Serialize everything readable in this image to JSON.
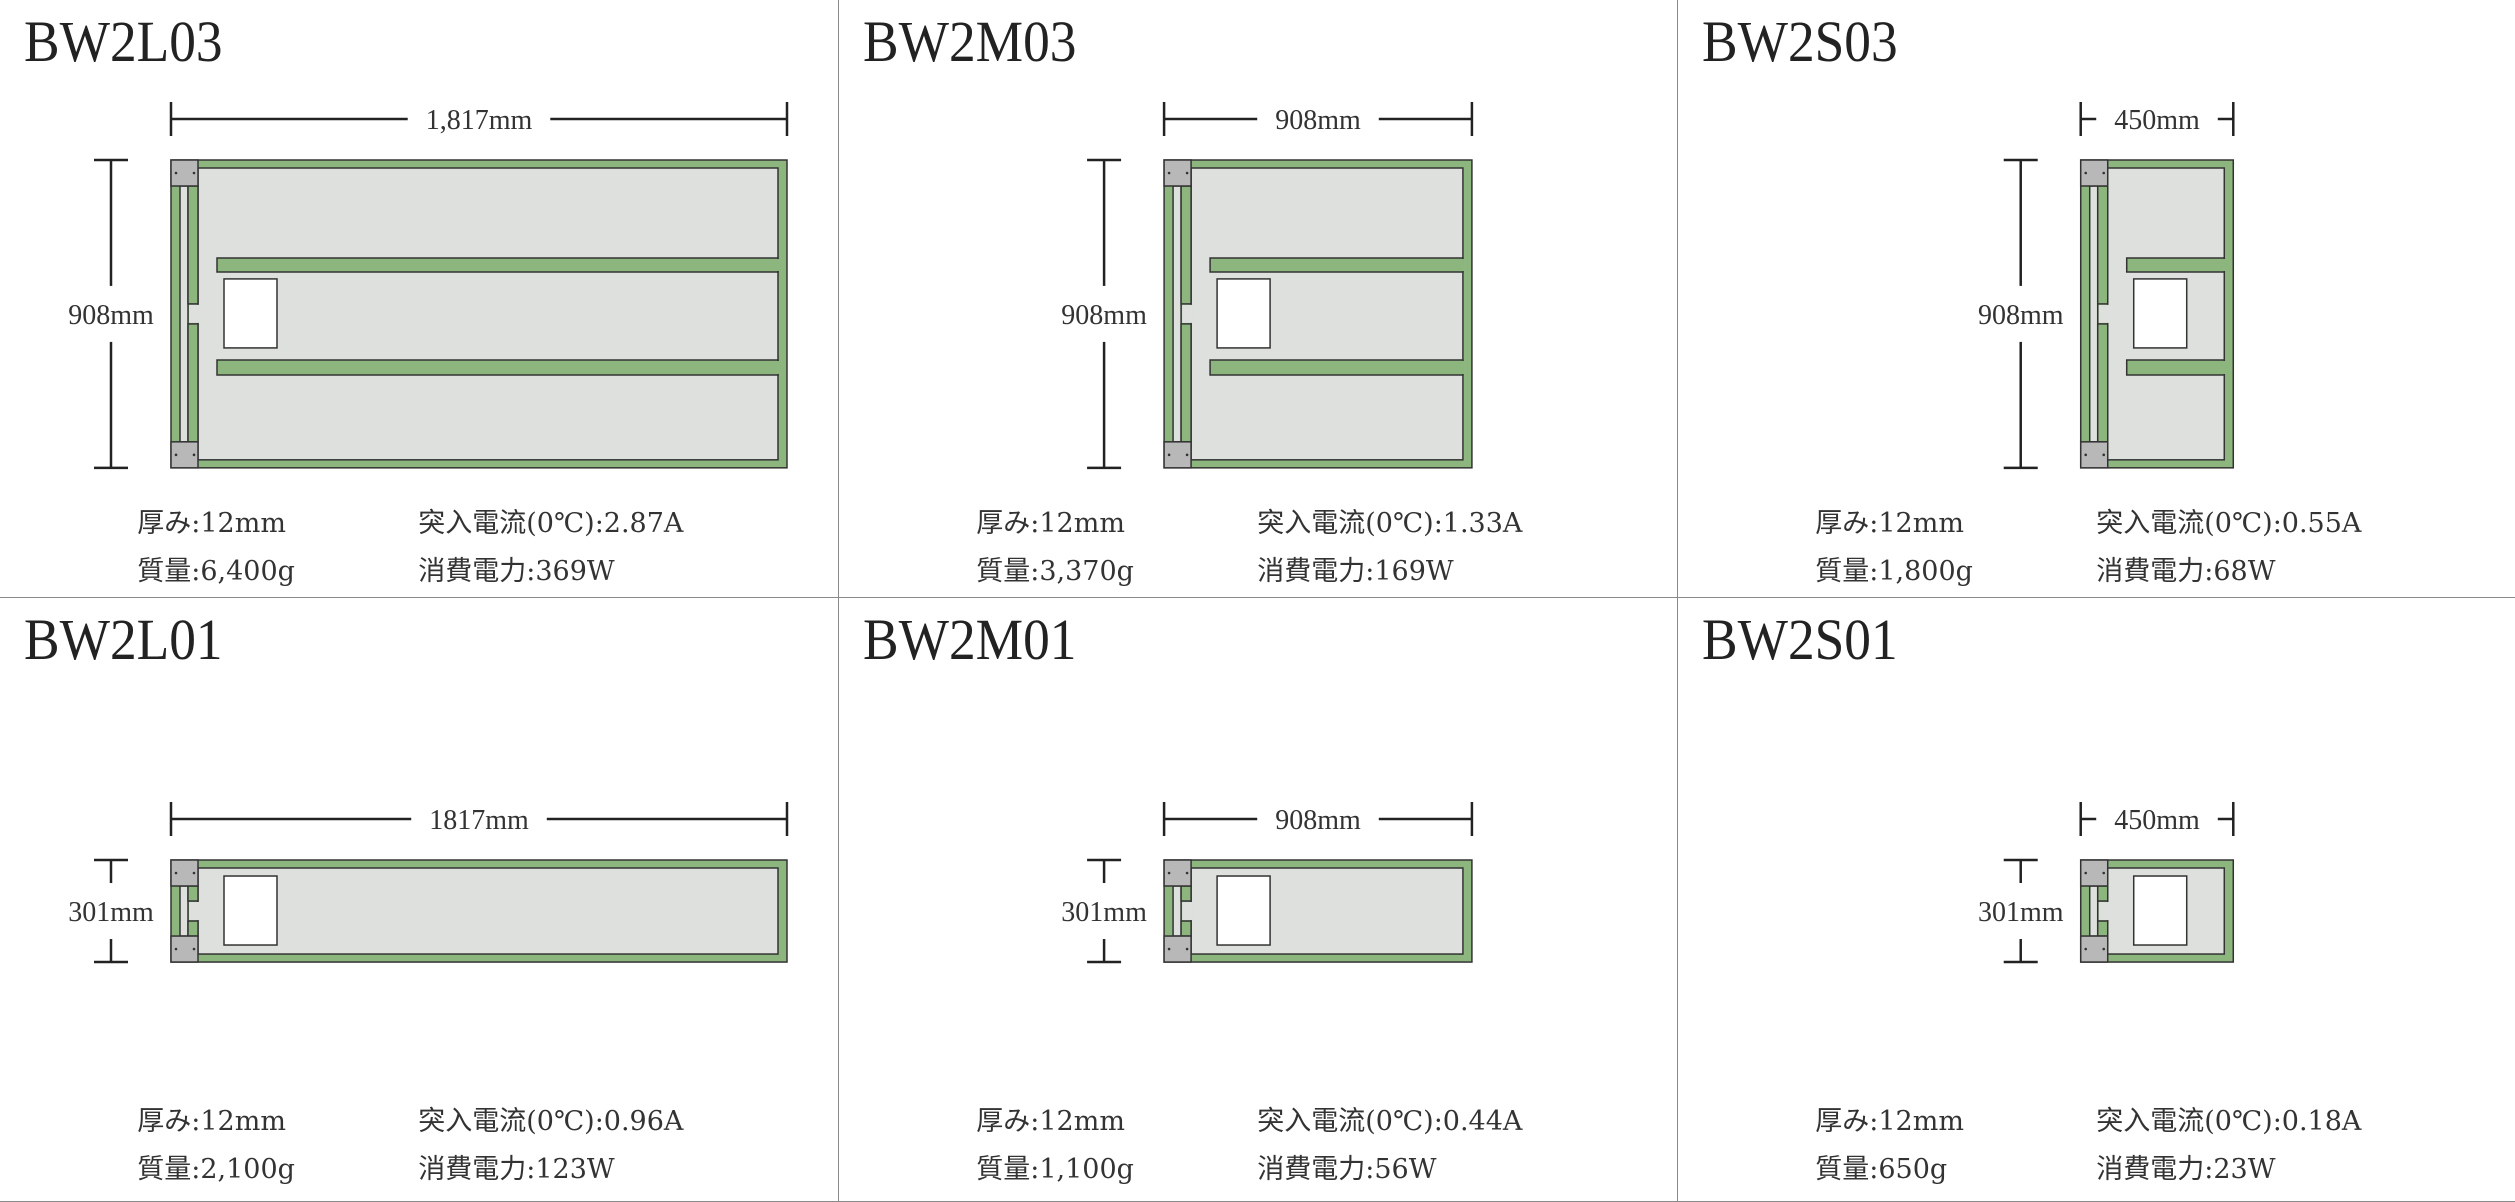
{
  "colors": {
    "frame_green": "#8db67f",
    "panel_grey": "#dde0dc",
    "connector_grey": "#b8b8b8",
    "outline": "#333333"
  },
  "labels": {
    "thickness": "厚み:",
    "inrush": "突入電流(0℃):",
    "mass": "質量:",
    "power": "消費電力:"
  },
  "panels": [
    {
      "model": "BW2L03",
      "width_label": "1,817mm",
      "height_label": "908mm",
      "width_mm": 1817,
      "height_mm": 908,
      "dividers": 2,
      "thickness": "12mm",
      "inrush": "2.87A",
      "mass": "6,400g",
      "power": "369W"
    },
    {
      "model": "BW2M03",
      "width_label": "908mm",
      "height_label": "908mm",
      "width_mm": 908,
      "height_mm": 908,
      "dividers": 2,
      "thickness": "12mm",
      "inrush": "1.33A",
      "mass": "3,370g",
      "power": "169W"
    },
    {
      "model": "BW2S03",
      "width_label": "450mm",
      "height_label": "908mm",
      "width_mm": 450,
      "height_mm": 908,
      "dividers": 2,
      "thickness": "12mm",
      "inrush": "0.55A",
      "mass": "1,800g",
      "power": "68W"
    },
    {
      "model": "BW2L01",
      "width_label": "1817mm",
      "height_label": "301mm",
      "width_mm": 1817,
      "height_mm": 301,
      "dividers": 0,
      "thickness": "12mm",
      "inrush": "0.96A",
      "mass": "2,100g",
      "power": "123W"
    },
    {
      "model": "BW2M01",
      "width_label": "908mm",
      "height_label": "301mm",
      "width_mm": 908,
      "height_mm": 301,
      "dividers": 0,
      "thickness": "12mm",
      "inrush": "0.44A",
      "mass": "1,100g",
      "power": "56W"
    },
    {
      "model": "BW2S01",
      "width_label": "450mm",
      "height_label": "301mm",
      "width_mm": 450,
      "height_mm": 301,
      "dividers": 0,
      "thickness": "12mm",
      "inrush": "0.18A",
      "mass": "650g",
      "power": "23W"
    }
  ]
}
